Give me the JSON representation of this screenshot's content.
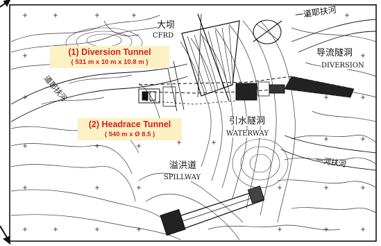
{
  "labels": {
    "cfrd_cn": "大坝",
    "cfrd_en": "CFRD",
    "diversion_cn": "导流隧洞",
    "diversion_en": "DIVERSION",
    "waterway_cn": "引水隧洞",
    "waterway_en": "WATERWAY",
    "spillway_cn": "溢洪道",
    "spillway_en": "SPILLWAY",
    "river_top": "一道耶扶河",
    "river_left": "道耶扶河",
    "river_right": "一河扶河"
  },
  "annotations": {
    "diversion_title": "(1) Diversion Tunnel",
    "diversion_dims": "( 531 m x 10 m x 10.8 m )",
    "headrace_title": "(2) Headrace Tunnel",
    "headrace_dims": "( 540 m x Ø 8.5 )"
  },
  "colors": {
    "annotation_red": "#d4201c",
    "highlight": "#fbf1c4",
    "line": "#1a1a1a"
  }
}
